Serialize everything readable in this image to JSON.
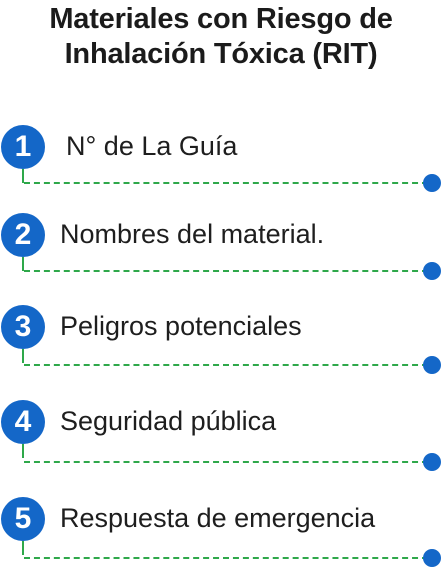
{
  "title": {
    "line1": "Materiales con Riesgo de",
    "line2": "Inhalación Tóxica (RIT)"
  },
  "items": [
    {
      "number": "1",
      "label": "N° de La Guía"
    },
    {
      "number": "2",
      "label": "Nombres del material."
    },
    {
      "number": "3",
      "label": "Peligros potenciales"
    },
    {
      "number": "4",
      "label": "Seguridad pública"
    },
    {
      "number": "5",
      "label": "Respuesta de emergencia"
    }
  ],
  "colors": {
    "badge": "#1467c8",
    "connector": "#2ea84a",
    "end_dot": "#1467c8",
    "text": "#1e1e1e"
  }
}
